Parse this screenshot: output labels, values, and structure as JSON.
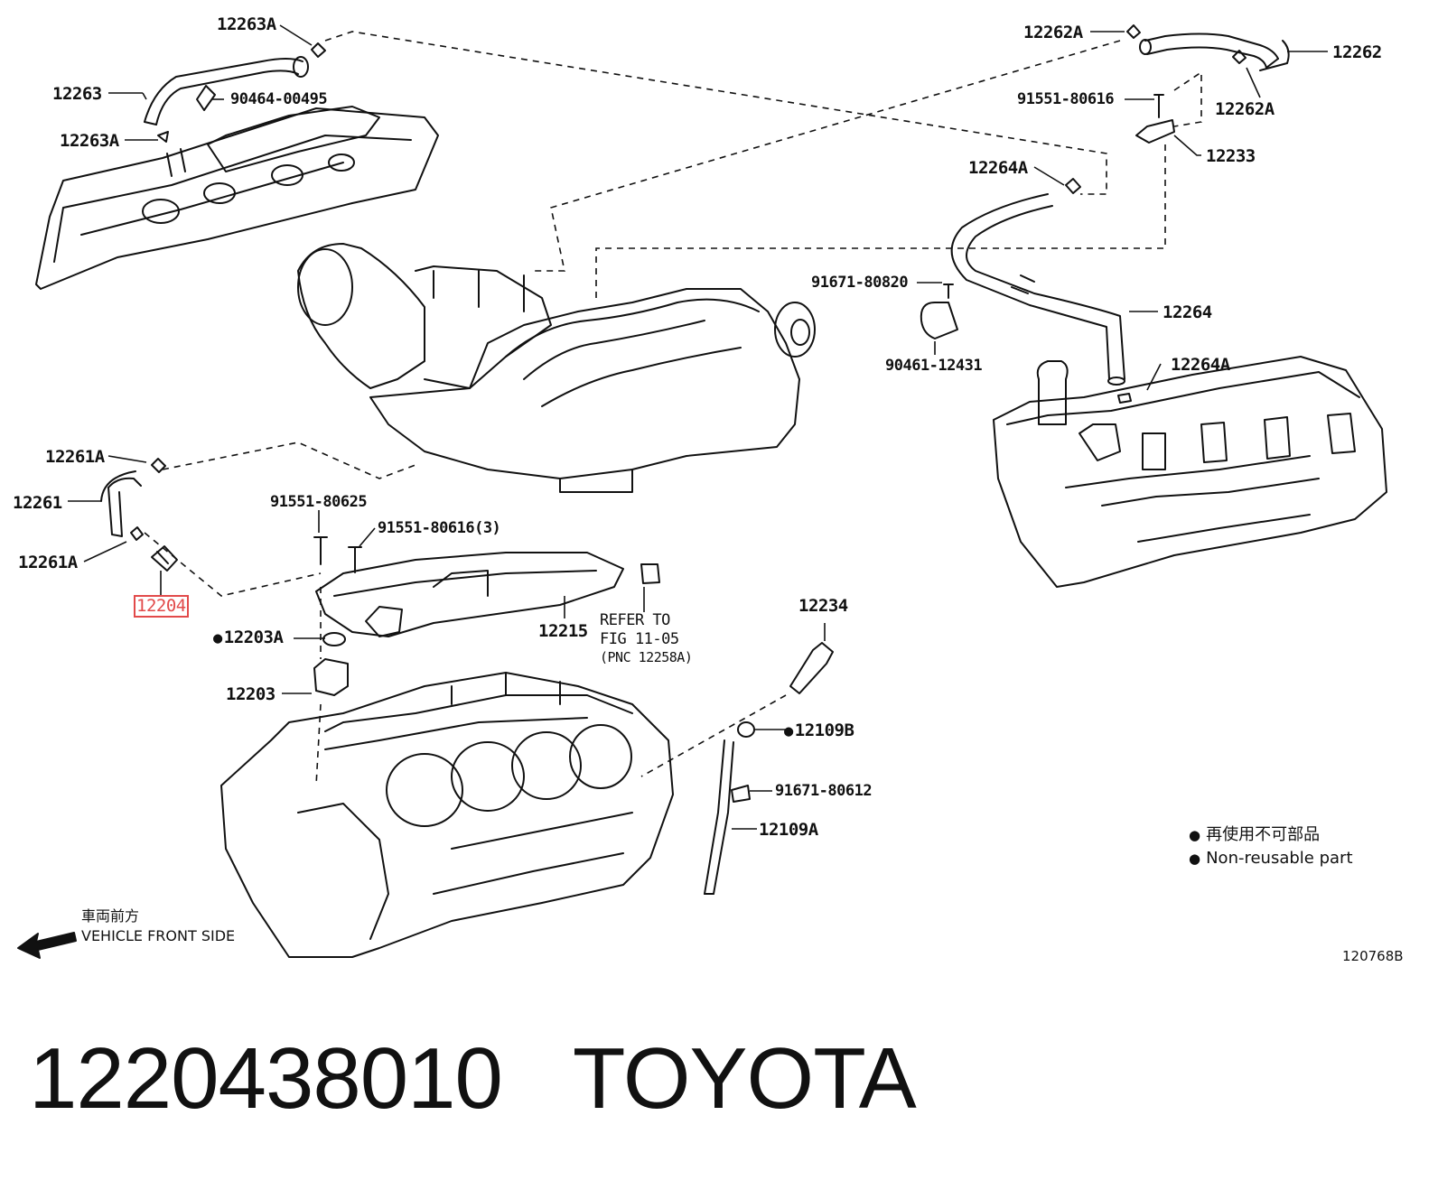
{
  "labels": {
    "p12263A_top": "12263A",
    "p12263": "12263",
    "p90464": "90464-00495",
    "p12263A_bottom": "12263A",
    "p12262A_top": "12262A",
    "p12262": "12262",
    "p91551_80616": "91551-80616",
    "p12262A_right": "12262A",
    "p12233": "12233",
    "p12264A_top": "12264A",
    "p91671_80820": "91671-80820",
    "p12264": "12264",
    "p90461": "90461-12431",
    "p12264A_bottom": "12264A",
    "p12261A_top": "12261A",
    "p12261": "12261",
    "p12261A_bottom": "12261A",
    "p12204": "12204",
    "p91551_80625": "91551-80625",
    "p91551_80616_3": "91551-80616(3)",
    "p12215": "12215",
    "refer_line1": "REFER TO",
    "refer_line2": "FIG 11-05",
    "refer_line3": "(PNC 12258A)",
    "p12203A": "12203A",
    "p12203": "12203",
    "p12234": "12234",
    "p12109B": "12109B",
    "p91671_80612": "91671-80612",
    "p12109A": "12109A"
  },
  "legend": {
    "jp": "再使用不可部品",
    "en": "Non-reusable part"
  },
  "front": {
    "jp": "車両前方",
    "en": "VEHICLE FRONT SIDE"
  },
  "figure_code": "120768B",
  "footer": {
    "part_number": "1220438010",
    "brand": "TOYOTA"
  },
  "colors": {
    "highlight": "#e24a4a",
    "ink": "#111111"
  },
  "icons": [
    "front-arrow-icon",
    "non-reusable-dot-icon"
  ]
}
